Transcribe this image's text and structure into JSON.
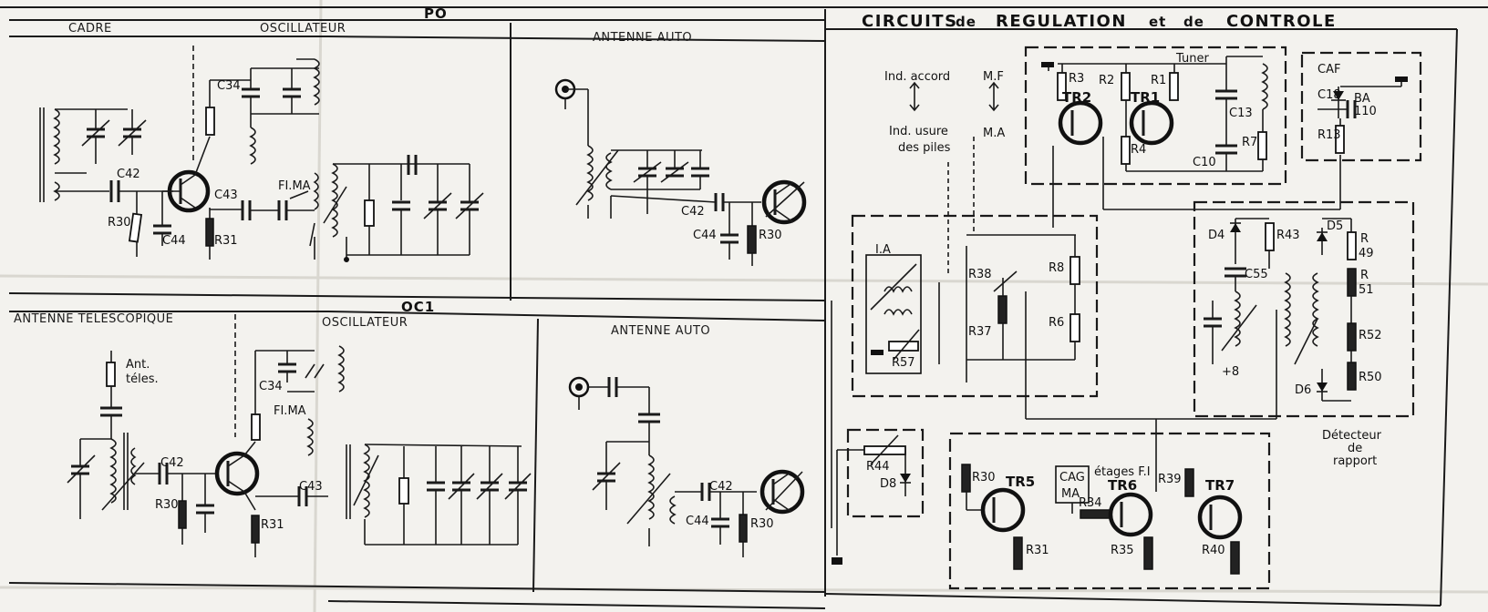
{
  "sections": {
    "po": {
      "title": "PO",
      "cadre": "CADRE",
      "oscillateur": "OSCILLATEUR",
      "antenne_auto": "ANTENNE AUTO"
    },
    "oc1": {
      "title": "OC1",
      "antenne_telescopique": "ANTENNE TELESCOPIQUE",
      "oscillateur": "OSCILLATEUR",
      "antenne_auto": "ANTENNE AUTO"
    },
    "regulation": {
      "title_part1": "CIRCUITS",
      "title_de1": "de",
      "title_part2": "REGULATION",
      "title_et": "et",
      "title_de2": "de",
      "title_part3": "CONTROLE"
    }
  },
  "labels": {
    "ind_accord": "Ind. accord",
    "ind_usure_1": "Ind. usure",
    "ind_usure_2": "des piles",
    "mf": "M.F",
    "ma": "M.A",
    "tuner": "Tuner",
    "caf": "CAF",
    "ia": "I.A",
    "fi_ma": "FI.MA",
    "ant_teles_1": "Ant.",
    "ant_teles_2": "téles.",
    "etages_fi": "étages F.I",
    "cag": "CAG",
    "cag_ma": "MA",
    "plus8": "+8",
    "detecteur_1": "Détecteur",
    "detecteur_2": "de",
    "detecteur_3": "rapport",
    "ba": "BA",
    "ba110": "110"
  },
  "components": {
    "c42": "C42",
    "c43": "C43",
    "c44": "C44",
    "c34": "C34",
    "r30": "R30",
    "r31": "R31",
    "r1": "R1",
    "r2": "R2",
    "r3": "R3",
    "r4": "R4",
    "r6": "R6",
    "r7": "R7",
    "r8": "R8",
    "r13": "R13",
    "r34": "R34",
    "r35": "R35",
    "r37": "R37",
    "r38": "R38",
    "r39": "R39",
    "r40": "R40",
    "r43": "R43",
    "r44": "R44",
    "r49a": "R",
    "r49b": "49",
    "r51a": "R",
    "r51b": "51",
    "r50": "R50",
    "r52": "R52",
    "r57": "R57",
    "c10": "C10",
    "c13": "C13",
    "c18": "C18",
    "c55": "C55",
    "d4": "D4",
    "d5": "D5",
    "d6": "D6",
    "d8": "D8",
    "tr1": "TR1",
    "tr2": "TR2",
    "tr5": "TR5",
    "tr6": "TR6",
    "tr7": "TR7"
  }
}
